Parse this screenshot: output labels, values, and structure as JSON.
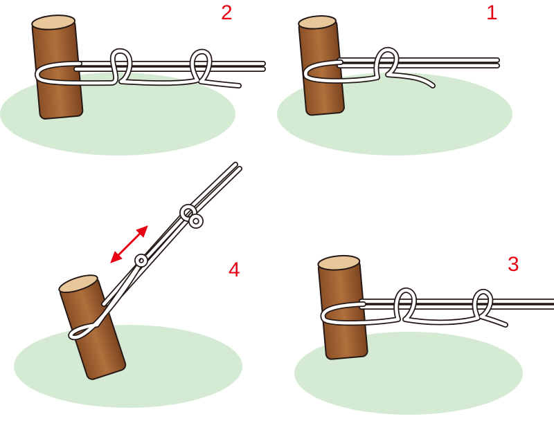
{
  "steps": [
    {
      "label": "1"
    },
    {
      "label": "2"
    },
    {
      "label": "3"
    },
    {
      "label": "4"
    }
  ],
  "colors": {
    "ground": "#d4ead3",
    "log": "#a86a3a",
    "log_top": "#e8c79a",
    "step_number": "#e60012",
    "arrow": "#e60012"
  }
}
